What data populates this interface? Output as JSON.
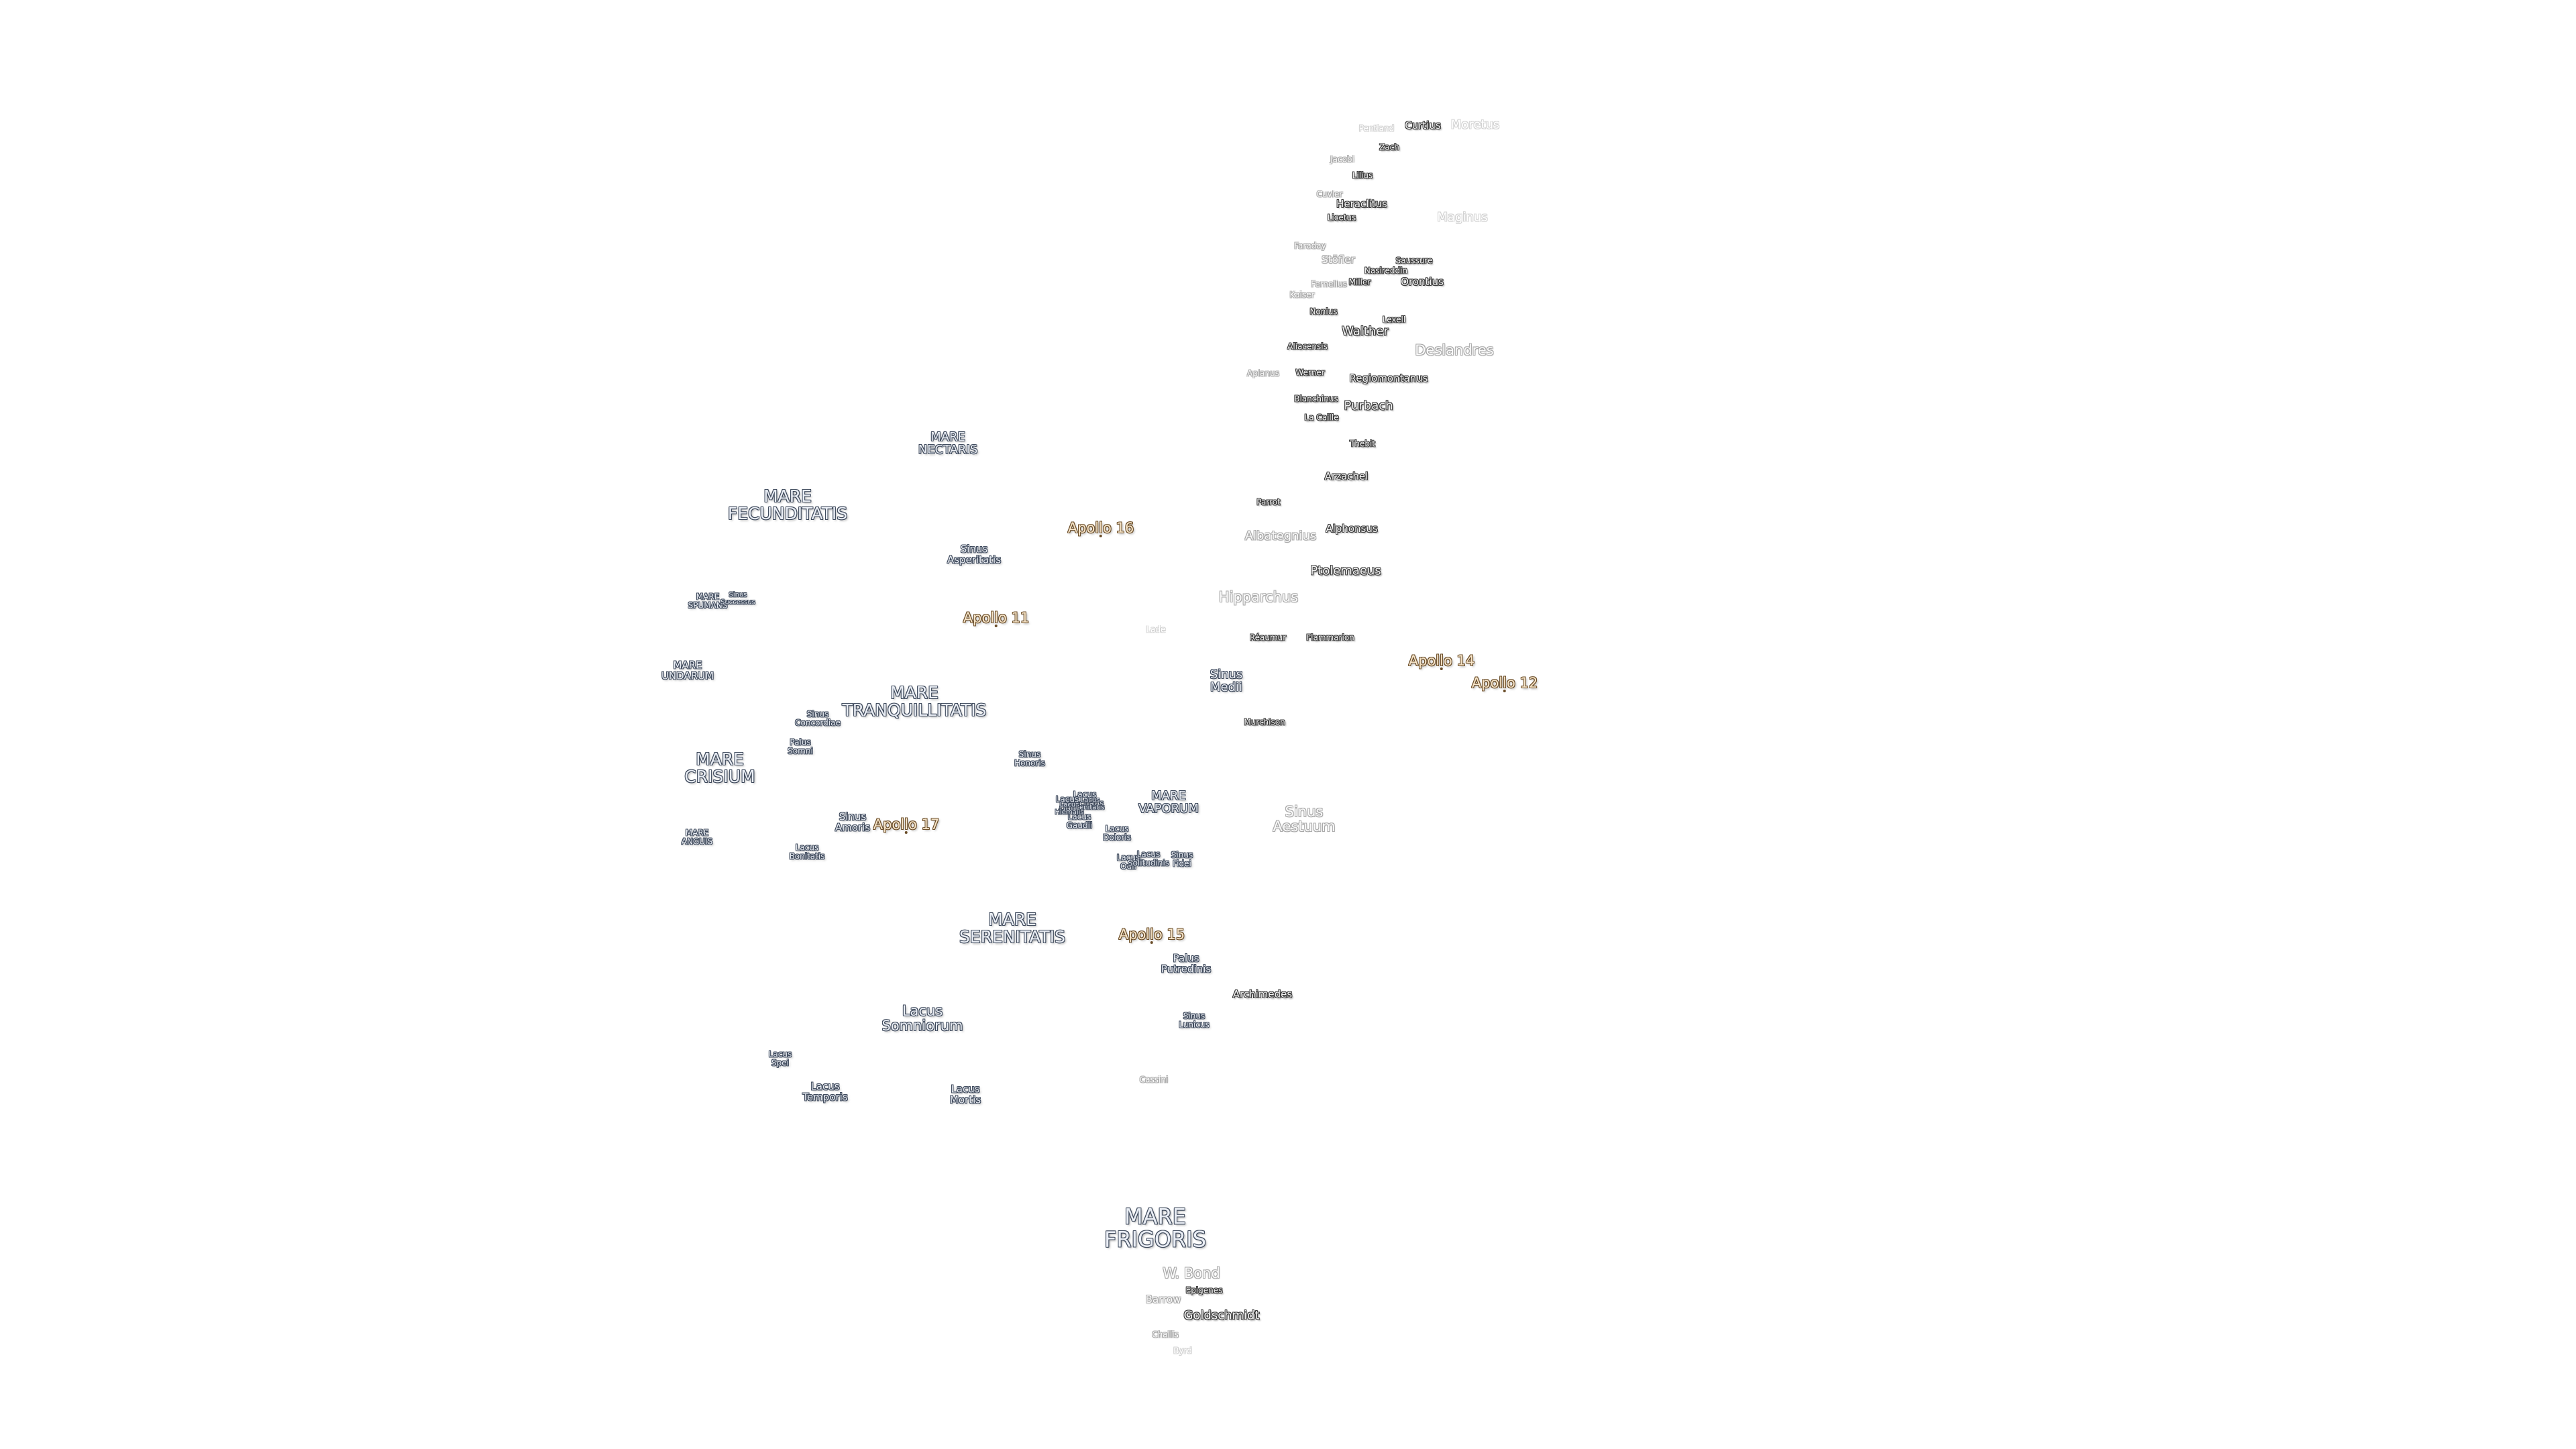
{
  "map": {
    "labels": [
      {
        "text": "Curtius",
        "kind": "crater"
      },
      {
        "text": "Pentland",
        "kind": "crater"
      },
      {
        "text": "Moretus",
        "kind": "crater"
      },
      {
        "text": "Zach",
        "kind": "crater"
      },
      {
        "text": "Jacobi",
        "kind": "crater"
      },
      {
        "text": "Lilius",
        "kind": "crater"
      },
      {
        "text": "Cuvier",
        "kind": "crater"
      },
      {
        "text": "Heraclitus",
        "kind": "crater"
      },
      {
        "text": "Licetus",
        "kind": "crater"
      },
      {
        "text": "Maginus",
        "kind": "crater"
      },
      {
        "text": "Faraday",
        "kind": "crater"
      },
      {
        "text": "Stöfler",
        "kind": "crater"
      },
      {
        "text": "Saussure",
        "kind": "crater"
      },
      {
        "text": "Nasireddin",
        "kind": "crater"
      },
      {
        "text": "Fernelius",
        "kind": "crater"
      },
      {
        "text": "Miller",
        "kind": "crater"
      },
      {
        "text": "Orontius",
        "kind": "crater"
      },
      {
        "text": "Kaiser",
        "kind": "crater"
      },
      {
        "text": "Nonius",
        "kind": "crater"
      },
      {
        "text": "Lexell",
        "kind": "crater"
      },
      {
        "text": "Walther",
        "kind": "crater"
      },
      {
        "text": "Aliacensis",
        "kind": "crater"
      },
      {
        "text": "Deslandres",
        "kind": "crater"
      },
      {
        "text": "Apianus",
        "kind": "crater"
      },
      {
        "text": "Werner",
        "kind": "crater"
      },
      {
        "text": "Regiomontanus",
        "kind": "crater"
      },
      {
        "text": "Blanchinus",
        "kind": "crater"
      },
      {
        "text": "Purbach",
        "kind": "crater"
      },
      {
        "text": "La Caille",
        "kind": "crater"
      },
      {
        "text": "Thebit",
        "kind": "crater"
      },
      {
        "text": "Arzachel",
        "kind": "crater"
      },
      {
        "text": "Parrot",
        "kind": "crater"
      },
      {
        "text": "Alphonsus",
        "kind": "crater"
      },
      {
        "text": "Albategnius",
        "kind": "crater"
      },
      {
        "text": "Ptolemaeus",
        "kind": "crater"
      },
      {
        "text": "Hipparchus",
        "kind": "crater"
      },
      {
        "text": "Lade",
        "kind": "crater"
      },
      {
        "text": "Réaumur",
        "kind": "crater"
      },
      {
        "text": "Flammarion",
        "kind": "crater"
      },
      {
        "text": "Murchison",
        "kind": "crater"
      },
      {
        "text": "Archimedes",
        "kind": "crater"
      },
      {
        "text": "Cassini",
        "kind": "crater"
      },
      {
        "text": "W. Bond",
        "kind": "crater"
      },
      {
        "text": "Epigenes",
        "kind": "crater"
      },
      {
        "text": "Barrow",
        "kind": "crater"
      },
      {
        "text": "Goldschmidt",
        "kind": "crater"
      },
      {
        "text": "Challis",
        "kind": "crater"
      },
      {
        "text": "Byrd",
        "kind": "crater"
      },
      {
        "text": "MARE\nNECTARIS",
        "kind": "mare"
      },
      {
        "text": "MARE\nFECUNDITATIS",
        "kind": "mare"
      },
      {
        "text": "MARE\nTRANQUILLITATIS",
        "kind": "mare"
      },
      {
        "text": "MARE\nCRISIUM",
        "kind": "mare"
      },
      {
        "text": "MARE\nSERENITATIS",
        "kind": "mare"
      },
      {
        "text": "MARE\nFRIGORIS",
        "kind": "mare"
      },
      {
        "text": "MARE\nVAPORUM",
        "kind": "mare"
      },
      {
        "text": "MARE\nSPUMANS",
        "kind": "mare"
      },
      {
        "text": "MARE\nUNDARUM",
        "kind": "mare"
      },
      {
        "text": "MARE\nANGUIS",
        "kind": "mare"
      },
      {
        "text": "Sinus\nAsperitatis",
        "kind": "feature"
      },
      {
        "text": "Sinus\nSuccessus",
        "kind": "feature"
      },
      {
        "text": "Sinus\nConcordiae",
        "kind": "feature"
      },
      {
        "text": "Palus\nSomni",
        "kind": "feature"
      },
      {
        "text": "Sinus\nAmoris",
        "kind": "feature"
      },
      {
        "text": "Lacus\nBonitatis",
        "kind": "feature"
      },
      {
        "text": "Sinus\nHonoris",
        "kind": "feature"
      },
      {
        "text": "Sinus\nMedii",
        "kind": "feature"
      },
      {
        "text": "Sinus\nAestuum",
        "kind": "feature"
      },
      {
        "text": "Lacus\nFelicitatis",
        "kind": "feature"
      },
      {
        "text": "Lacus\nOdii",
        "kind": "feature"
      },
      {
        "text": "Lacus\nGaudii",
        "kind": "feature"
      },
      {
        "text": "Lacus\nDoloris",
        "kind": "feature"
      },
      {
        "text": "Lacus\nHiemalis",
        "kind": "feature"
      },
      {
        "text": "Lacus\nLenitatis",
        "kind": "feature"
      },
      {
        "text": "Lacus\nOdii",
        "kind": "feature"
      },
      {
        "text": "Lacus\nSolitudinis",
        "kind": "feature"
      },
      {
        "text": "Sinus\nFidei",
        "kind": "feature"
      },
      {
        "text": "Palus\nPutredinis",
        "kind": "feature"
      },
      {
        "text": "Sinus\nLunicus",
        "kind": "feature"
      },
      {
        "text": "Lacus\nSomniorum",
        "kind": "feature"
      },
      {
        "text": "Lacus\nSpei",
        "kind": "feature"
      },
      {
        "text": "Lacus\nTemporis",
        "kind": "feature"
      },
      {
        "text": "Lacus\nMortis",
        "kind": "feature"
      },
      {
        "text": "Apollo 16",
        "kind": "apollo"
      },
      {
        "text": "Apollo 11",
        "kind": "apollo"
      },
      {
        "text": "Apollo 14",
        "kind": "apollo"
      },
      {
        "text": "Apollo 12",
        "kind": "apollo"
      },
      {
        "text": "Apollo 17",
        "kind": "apollo"
      },
      {
        "text": "Apollo 15",
        "kind": "apollo"
      }
    ]
  }
}
